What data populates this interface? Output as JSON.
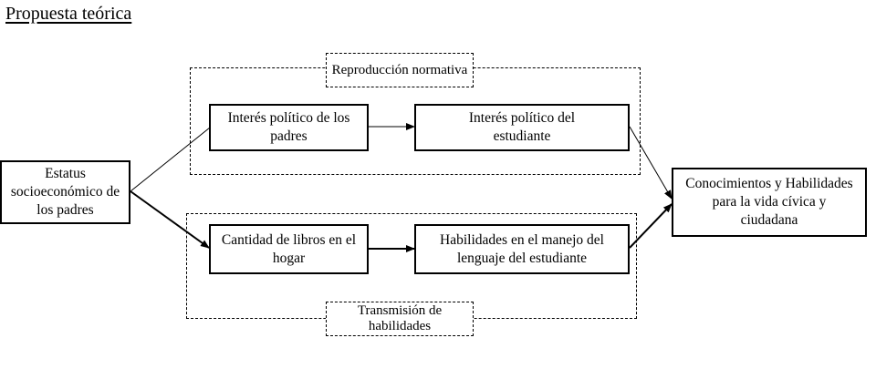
{
  "title": "Propuesta teórica",
  "groups": {
    "reproduction": {
      "label": "Reproducción normativa"
    },
    "transmission": {
      "label": "Transmisión de habilidades"
    }
  },
  "nodes": {
    "ses": "Estatus socioeconómico de los padres",
    "parents_interest": "Interés político de los padres",
    "student_interest": "Interés político del estudiante",
    "books": "Cantidad de libros en el hogar",
    "language": "Habilidades en el manejo del lenguaje del estudiante",
    "outcome": "Conocimientos y Habilidades para la vida cívica y ciudadana"
  }
}
